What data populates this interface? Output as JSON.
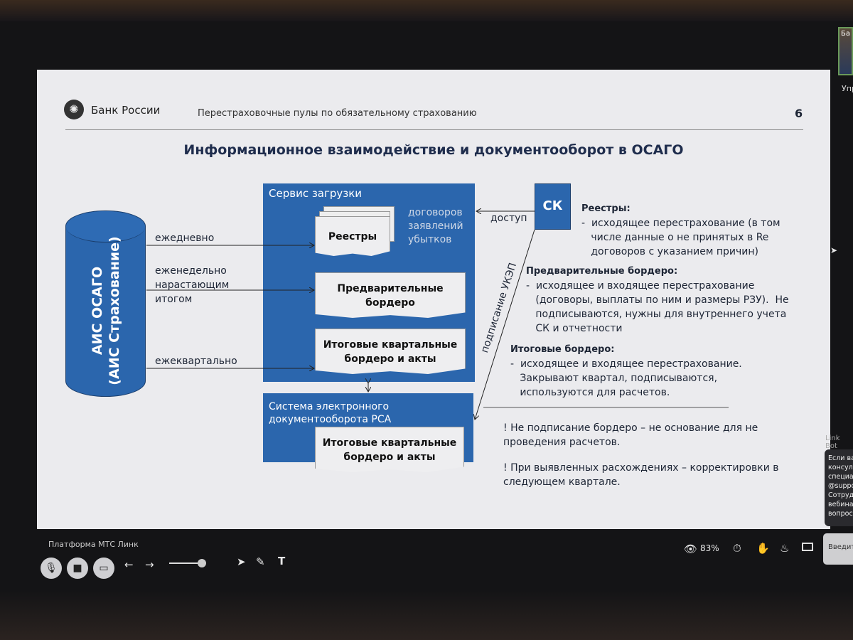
{
  "slide": {
    "org": "Банк России",
    "header": "Перестраховочные пулы по обязательному страхованию",
    "page": "6",
    "title": "Информационное взаимодействие и документооборот в ОСАГО",
    "cylinder": {
      "line1": "АИС ОСАГО",
      "line2": "(АИС Страхование)"
    },
    "service": {
      "title": "Сервис загрузки",
      "registries": "Реестры",
      "registry_types": [
        "договоров",
        "заявлений",
        "убытков"
      ],
      "prelim": [
        "Предварительные",
        "бордеро"
      ],
      "final": [
        "Итоговые квартальные",
        "бордеро и акты"
      ]
    },
    "flows": {
      "daily": "ежедневно",
      "weekly": [
        "еженедельно",
        "нарастающим",
        "итогом"
      ],
      "quarterly": "ежеквартально"
    },
    "edo": {
      "title": [
        "Система электронного",
        "документооборота РСА"
      ],
      "doc": [
        "Итоговые квартальные",
        "бордеро и акты"
      ]
    },
    "sk": "СК",
    "access": "доступ",
    "signing": "подписание УКЭП",
    "notes": [
      {
        "head": "Реестры:",
        "lines": [
          "-  исходящее перестрахование (в том",
          "   числе данные о не принятых в Re",
          "   договоров с указанием причин)"
        ]
      },
      {
        "head": "Предварительные бордеро:",
        "lines": [
          "-  исходящее и входящее перестрахование",
          "   (договоры, выплаты по ним и размеры РЗУ).  Не",
          "   подписываются, нужны для внутреннего учета",
          "   СК и отчетности"
        ]
      },
      {
        "head": "Итоговые бордеро:",
        "lines": [
          "-  исходящее и входящее перестрахование.",
          "   Закрывают квартал, подписываются,",
          "   используются для расчетов."
        ]
      }
    ],
    "warnings": [
      [
        "! Не подписание бордеро – не основание для не",
        "проведения расчетов."
      ],
      [
        "! При выявленных расхождениях – корректировки в",
        "следующем квартале."
      ]
    ]
  },
  "platform": {
    "name": "Платформа МТС Линк",
    "attention": "83%"
  },
  "side": {
    "cam_name": "Ба",
    "cam_label": "Упр",
    "bot": "Link Bot",
    "bot_msg": [
      "Если ва",
      "консул",
      "специа",
      "@suppo",
      "Сотруд",
      "вебинар",
      "вопрос"
    ],
    "input_placeholder": "Введите"
  },
  "colors": {
    "accent": "#2b66ad",
    "title": "#1f2d4d"
  }
}
